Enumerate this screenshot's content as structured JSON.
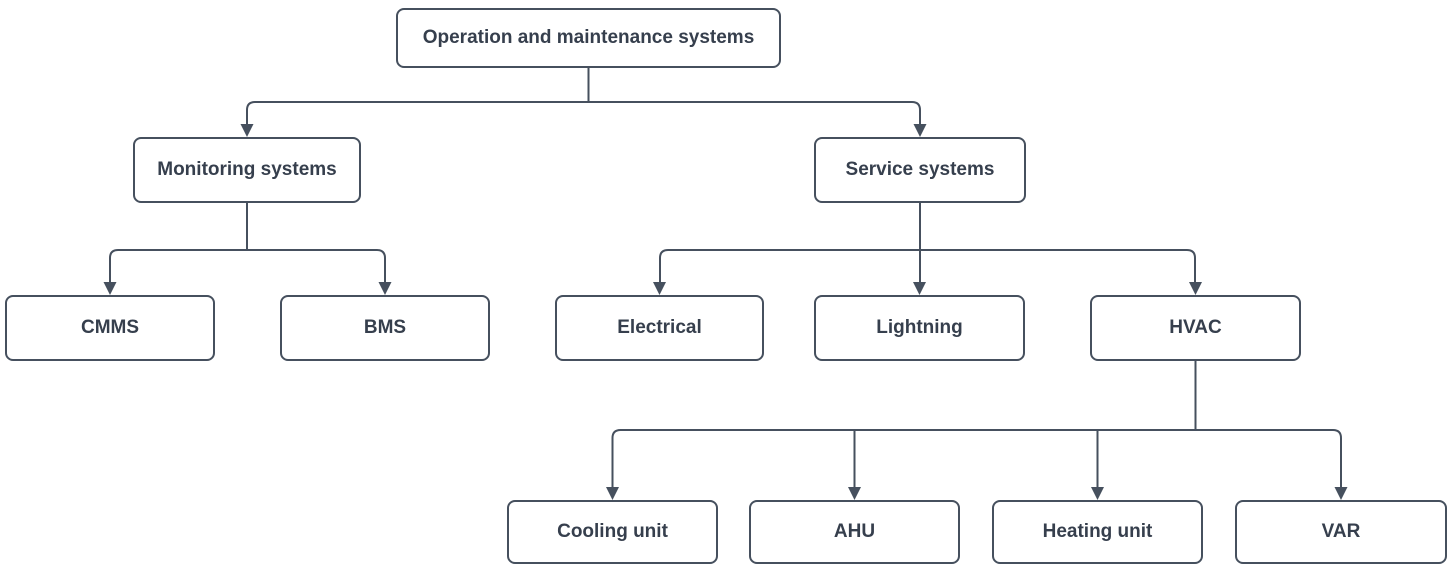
{
  "diagram": {
    "type": "tree",
    "background_color": "#ffffff",
    "line_color": "#46505e",
    "box_border_color": "#46505e",
    "box_fill_color": "#ffffff",
    "text_color": "#363f4d",
    "nodes": {
      "root": {
        "label": "Operation and maintenance systems"
      },
      "monitoring": {
        "label": "Monitoring systems"
      },
      "service": {
        "label": "Service systems"
      },
      "cmms": {
        "label": "CMMS"
      },
      "bms": {
        "label": "BMS"
      },
      "electrical": {
        "label": "Electrical"
      },
      "lightning": {
        "label": "Lightning"
      },
      "hvac": {
        "label": "HVAC"
      },
      "cooling_unit": {
        "label": "Cooling unit"
      },
      "ahu": {
        "label": "AHU"
      },
      "heating_unit": {
        "label": "Heating unit"
      },
      "var": {
        "label": "VAR"
      }
    },
    "edges": [
      {
        "from": "root",
        "to": "monitoring"
      },
      {
        "from": "root",
        "to": "service"
      },
      {
        "from": "monitoring",
        "to": "cmms"
      },
      {
        "from": "monitoring",
        "to": "bms"
      },
      {
        "from": "service",
        "to": "electrical"
      },
      {
        "from": "service",
        "to": "lightning"
      },
      {
        "from": "service",
        "to": "hvac"
      },
      {
        "from": "hvac",
        "to": "cooling_unit"
      },
      {
        "from": "hvac",
        "to": "ahu"
      },
      {
        "from": "hvac",
        "to": "heating_unit"
      },
      {
        "from": "hvac",
        "to": "var"
      }
    ]
  }
}
